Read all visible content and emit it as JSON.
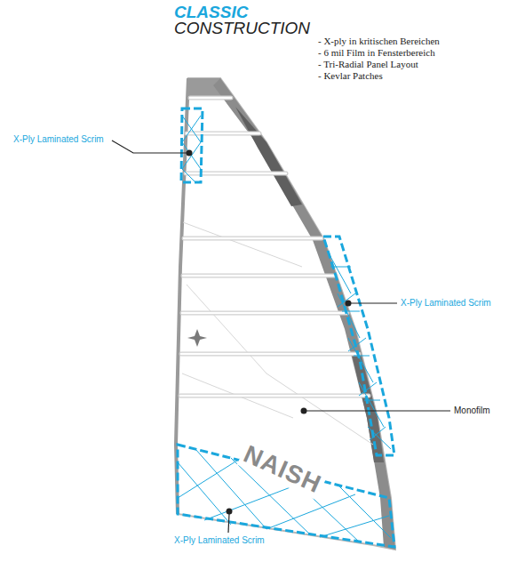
{
  "diagram": {
    "labels": [
      "CLASSIC",
      "CONSTRUCTION",
      "- X-ply in kritischen Bereichen",
      "- 6 mil Film in Fensterbereich",
      "- Tri-Radial Panel Layout",
      "- Kevlar Patches",
      "X-Ply Laminated Scrim",
      "X-Ply Laminated Scrim",
      "Monofilm",
      "NAISH",
      "X-Ply Laminated Scrim"
    ]
  }
}
